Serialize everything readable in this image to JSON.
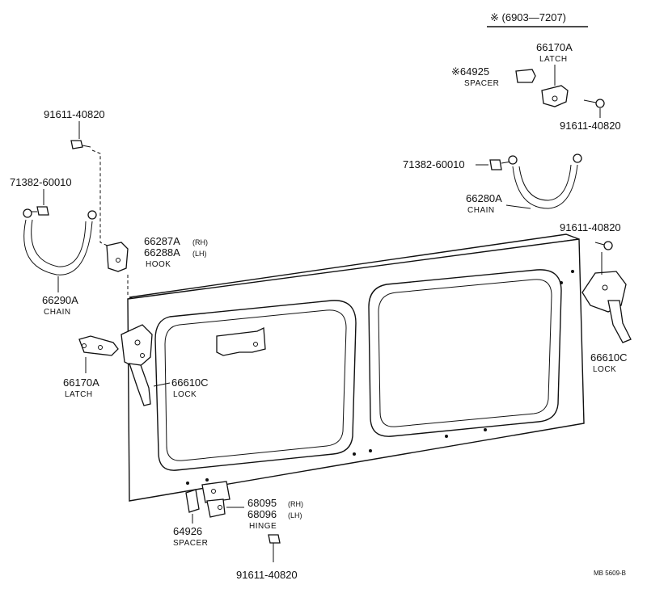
{
  "header": {
    "range_note": "※ (6903—7207)"
  },
  "labels": {
    "latch_top_pn": "66170A",
    "latch_top_desc": "LATCH",
    "spacer_top_pn": "※64925",
    "spacer_top_desc": "SPACER",
    "bolt_top_right_pn": "91611-40820",
    "bolt_top_left_pn": "91611-40820",
    "bolt_chain_left_pn": "71382-60010",
    "bolt_chain_right_pn": "71382-60010",
    "chain_right_pn": "66280A",
    "chain_right_desc": "CHAIN",
    "bolt_lock_right_pn": "91611-40820",
    "hook_rh_pn": "66287A",
    "hook_rh_side": "(RH)",
    "hook_lh_pn": "66288A",
    "hook_lh_side": "(LH)",
    "hook_desc": "HOOK",
    "chain_left_pn": "66290A",
    "chain_left_desc": "CHAIN",
    "latch_left_pn": "66170A",
    "latch_left_desc": "LATCH",
    "lock_left_pn": "66610C",
    "lock_left_desc": "LOCK",
    "lock_right_pn": "66610C",
    "lock_right_desc": "LOCK",
    "hinge_rh_pn": "68095",
    "hinge_rh_side": "(RH)",
    "hinge_lh_pn": "68096",
    "hinge_lh_side": "(LH)",
    "hinge_desc": "HINGE",
    "spacer_bottom_pn": "64926",
    "spacer_bottom_desc": "SPACER",
    "bolt_bottom_pn": "91611-40820",
    "figure_ref": "MB 5609-B"
  }
}
